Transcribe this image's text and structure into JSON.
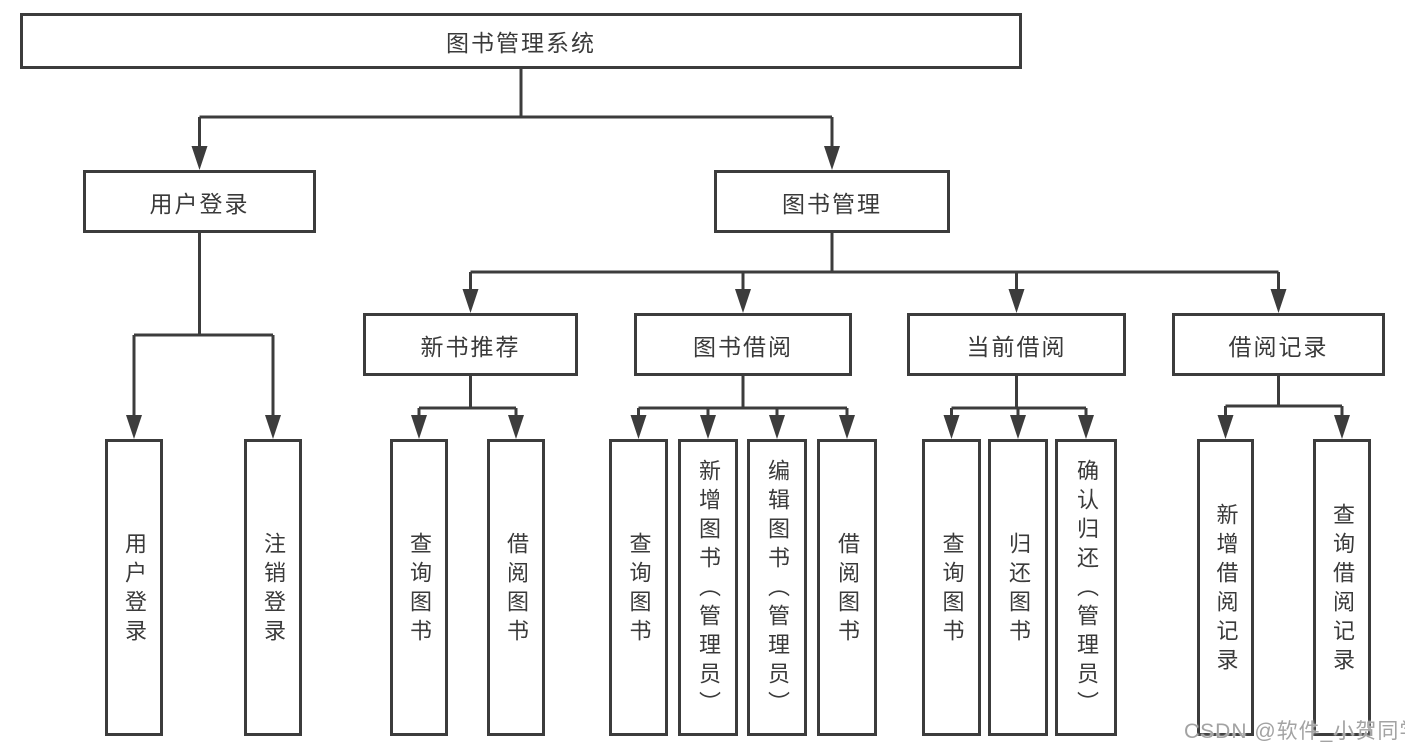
{
  "title": "图书管理系统",
  "level2": {
    "user_login": "用户登录",
    "book_management": "图书管理"
  },
  "level3": {
    "new_book": "新书推荐",
    "book_borrow": "图书借阅",
    "current_borrow": "当前借阅",
    "borrow_record": "借阅记录"
  },
  "leaves": {
    "user_login": "用户登录",
    "logout": "注销登录",
    "query_book_newbook": "查询图书",
    "borrow_book_newbook": "借阅图书",
    "query_book_borrow": "查询图书",
    "add_book_admin": "新增图书（管理员）",
    "edit_book_admin": "编辑图书（管理员）",
    "borrow_book": "借阅图书",
    "query_book_current": "查询图书",
    "return_book": "归还图书",
    "confirm_return_admin": "确认归还（管理员）",
    "add_borrow_record": "新增借阅记录",
    "query_borrow_record": "查询借阅记录"
  },
  "watermark": "CSDN @软件_小贺同学",
  "colors": {
    "line": "#3c3c3c",
    "text": "#3a3a3a",
    "watermark": "#a3a3a3",
    "background": "#ffffff"
  }
}
